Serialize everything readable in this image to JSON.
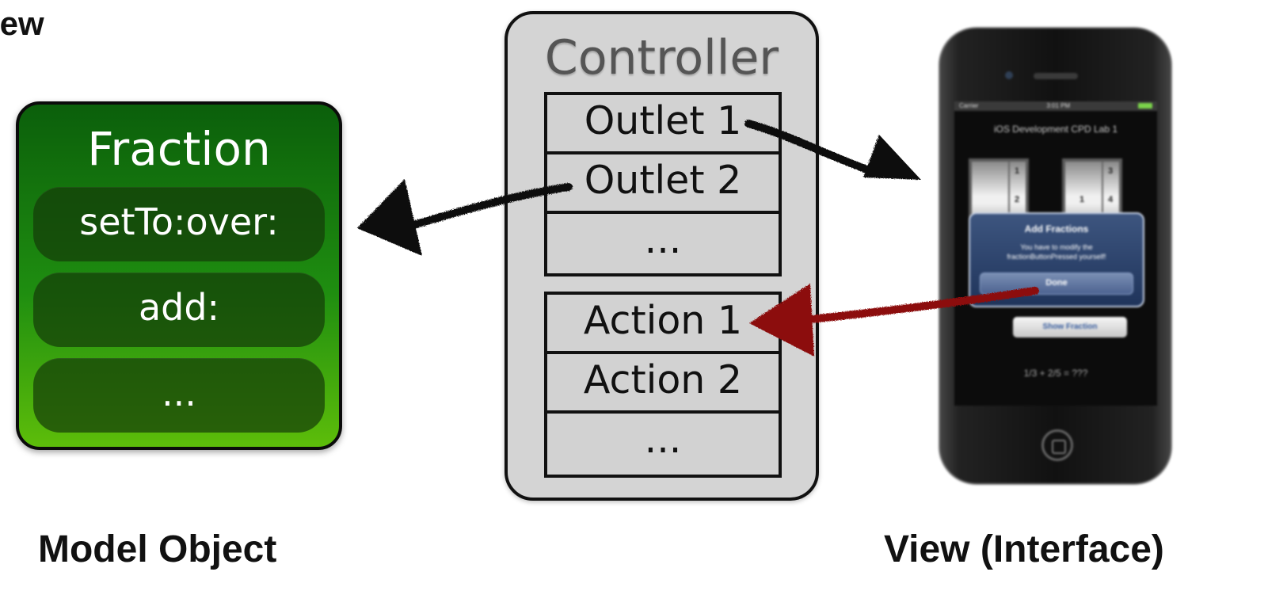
{
  "page": {
    "corner_label": "iew",
    "captions": {
      "model": "Model Object",
      "view": "View (Interface)"
    },
    "colors": {
      "model_top": "#0b5f0b",
      "model_bottom": "#5dbd0a",
      "controller_fill": "#d4d4d4",
      "outlet_arrow": "#111111",
      "action_arrow": "#8c0d0d"
    }
  },
  "model": {
    "title": "Fraction",
    "methods": [
      "setTo:over:",
      "add:",
      "..."
    ]
  },
  "controller": {
    "title": "Controller",
    "outlets": [
      "Outlet 1",
      "Outlet 2",
      "..."
    ],
    "actions": [
      "Action 1",
      "Action 2",
      "..."
    ]
  },
  "phone": {
    "status_left": "Carrier",
    "status_time": "3:01 PM",
    "app_title": "iOS Development CPD Lab 1",
    "left_wheel_top": "1",
    "left_wheel_bottom": "2",
    "right_wheel_left": "1",
    "right_wheel_top": "3",
    "right_wheel_bottom": "4",
    "alert_title": "Add Fractions",
    "alert_message": "You have to modify the fractionButtonPressed yourself!",
    "alert_button": "Done",
    "show_fraction_button": "Show Fraction",
    "equation": "1/3 + 2/5 = ???"
  }
}
